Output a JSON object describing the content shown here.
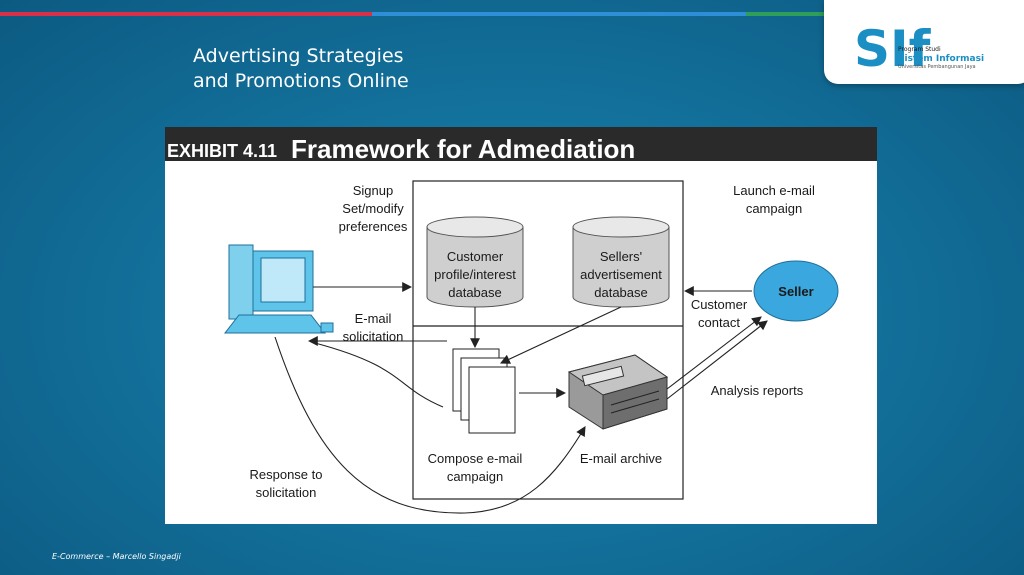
{
  "slide": {
    "title_line1": "Advertising Strategies",
    "title_line2": "and Promotions Online",
    "footer": "E-Commerce – Marcello Singadji",
    "colors": {
      "red_line": "#d9304a",
      "blue_line": "#2f8fd6",
      "green_line": "#2e9e5a",
      "logo_blue": "#1b8fc4"
    }
  },
  "logo": {
    "mark": "SIf",
    "line1": "Program Studi",
    "line2": "Sistem Informasi",
    "line3": "Universitas Pembangunan Jaya"
  },
  "exhibit": {
    "number": "EXHIBIT 4.11",
    "title": "Framework for Admediation",
    "labels": {
      "signup": [
        "Signup",
        "Set/modify",
        "preferences"
      ],
      "email_solicitation": [
        "E-mail",
        "solicitation"
      ],
      "response": [
        "Response to",
        "solicitation"
      ],
      "customer_db": [
        "Customer",
        "profile/interest",
        "database"
      ],
      "sellers_db": [
        "Sellers'",
        "advertisement",
        "database"
      ],
      "compose": [
        "Compose e-mail",
        "campaign"
      ],
      "archive": "E-mail archive",
      "launch": [
        "Launch e-mail",
        "campaign"
      ],
      "seller": "Seller",
      "customer_contact": [
        "Customer",
        "contact"
      ],
      "analysis": "Analysis reports"
    }
  }
}
